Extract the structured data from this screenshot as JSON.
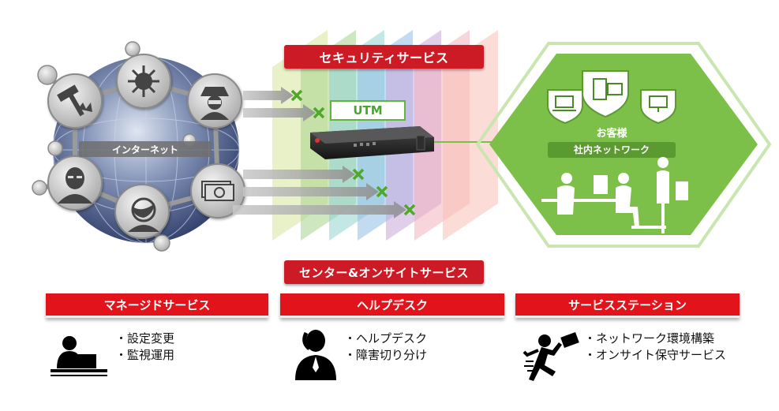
{
  "diagram": {
    "security_title": "セキュリティサービス",
    "center_title": "センター&オンサイトサービス",
    "utm_label": "UTM",
    "internet_label": "インターネット",
    "customer_label": "お客様",
    "network_label": "社内ネットワーク",
    "threat_icons": [
      "hacker-hammer-icon",
      "virus-icon",
      "spy-icon",
      "masked-attacker-icon",
      "money-icon",
      "disguise-icon"
    ],
    "layer_colors": [
      "#d6e59a",
      "#a8d48c",
      "#8fd3cf",
      "#92bde6",
      "#c7a6da",
      "#f3b1bd",
      "#f9c0b4"
    ]
  },
  "services": [
    {
      "title": "マネージドサービス",
      "items": [
        "・設定変更",
        "・監視運用"
      ],
      "icon": "operator-at-desk-icon"
    },
    {
      "title": "ヘルプデスク",
      "items": [
        "・ヘルプデスク",
        "・障害切り分け"
      ],
      "icon": "phone-support-icon"
    },
    {
      "title": "サービスステーション",
      "items": [
        "・ネットワーク環境構築",
        "・オンサイト保守サービス"
      ],
      "icon": "running-technician-icon"
    }
  ],
  "colors": {
    "accent_red": "#cc1b24",
    "customer_green": "#7cc04a",
    "utm_green": "#5fb73a"
  }
}
